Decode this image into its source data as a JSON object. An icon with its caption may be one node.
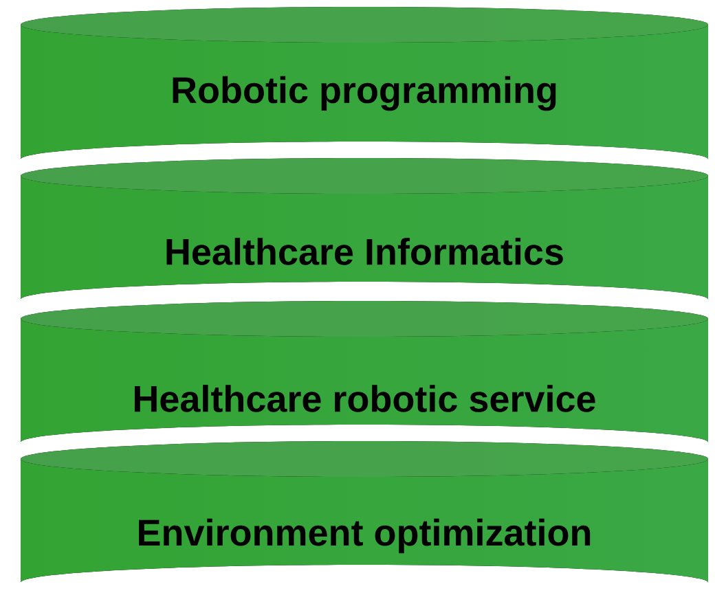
{
  "diagram": {
    "nodes": [
      {
        "text": [
          "Robotic programming"
        ]
      },
      {
        "text": [
          "Healthcare Informatics"
        ]
      },
      {
        "text": [
          "Healthcare robotic service"
        ]
      },
      {
        "text": [
          "Environment optimization"
        ]
      }
    ]
  }
}
